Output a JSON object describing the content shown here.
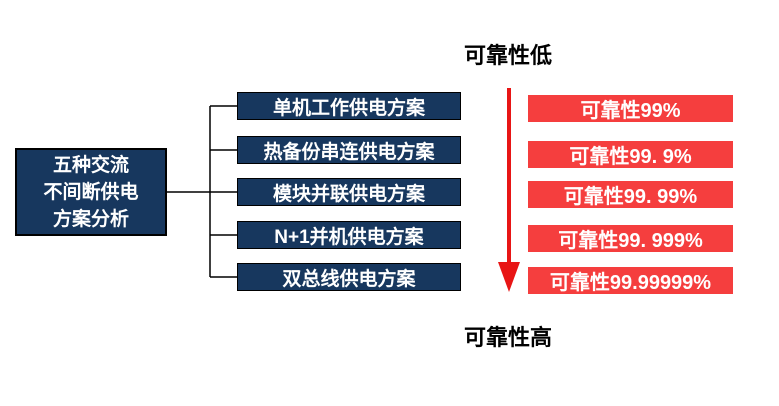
{
  "diagram": {
    "root": {
      "lines": [
        "五种交流",
        "不间断供电",
        "方案分析"
      ]
    },
    "schemes": [
      {
        "label": "单机工作供电方案",
        "reliability": "可靠性99%"
      },
      {
        "label": "热备份串连供电方案",
        "reliability": "可靠性99. 9%"
      },
      {
        "label": "模块并联供电方案",
        "reliability": "可靠性99. 99%"
      },
      {
        "label": "N+1并机供电方案",
        "reliability": "可靠性99. 999%"
      },
      {
        "label": "双总线供电方案",
        "reliability": "可靠性99.99999%"
      }
    ],
    "reliability_axis": {
      "top_label": "可靠性低",
      "bottom_label": "可靠性高"
    },
    "colors": {
      "scheme_box_blue": "#17375E",
      "reliability_badge_red": "#F53E3E",
      "arrow_red": "#E81515",
      "connector_black": "#000000"
    }
  }
}
